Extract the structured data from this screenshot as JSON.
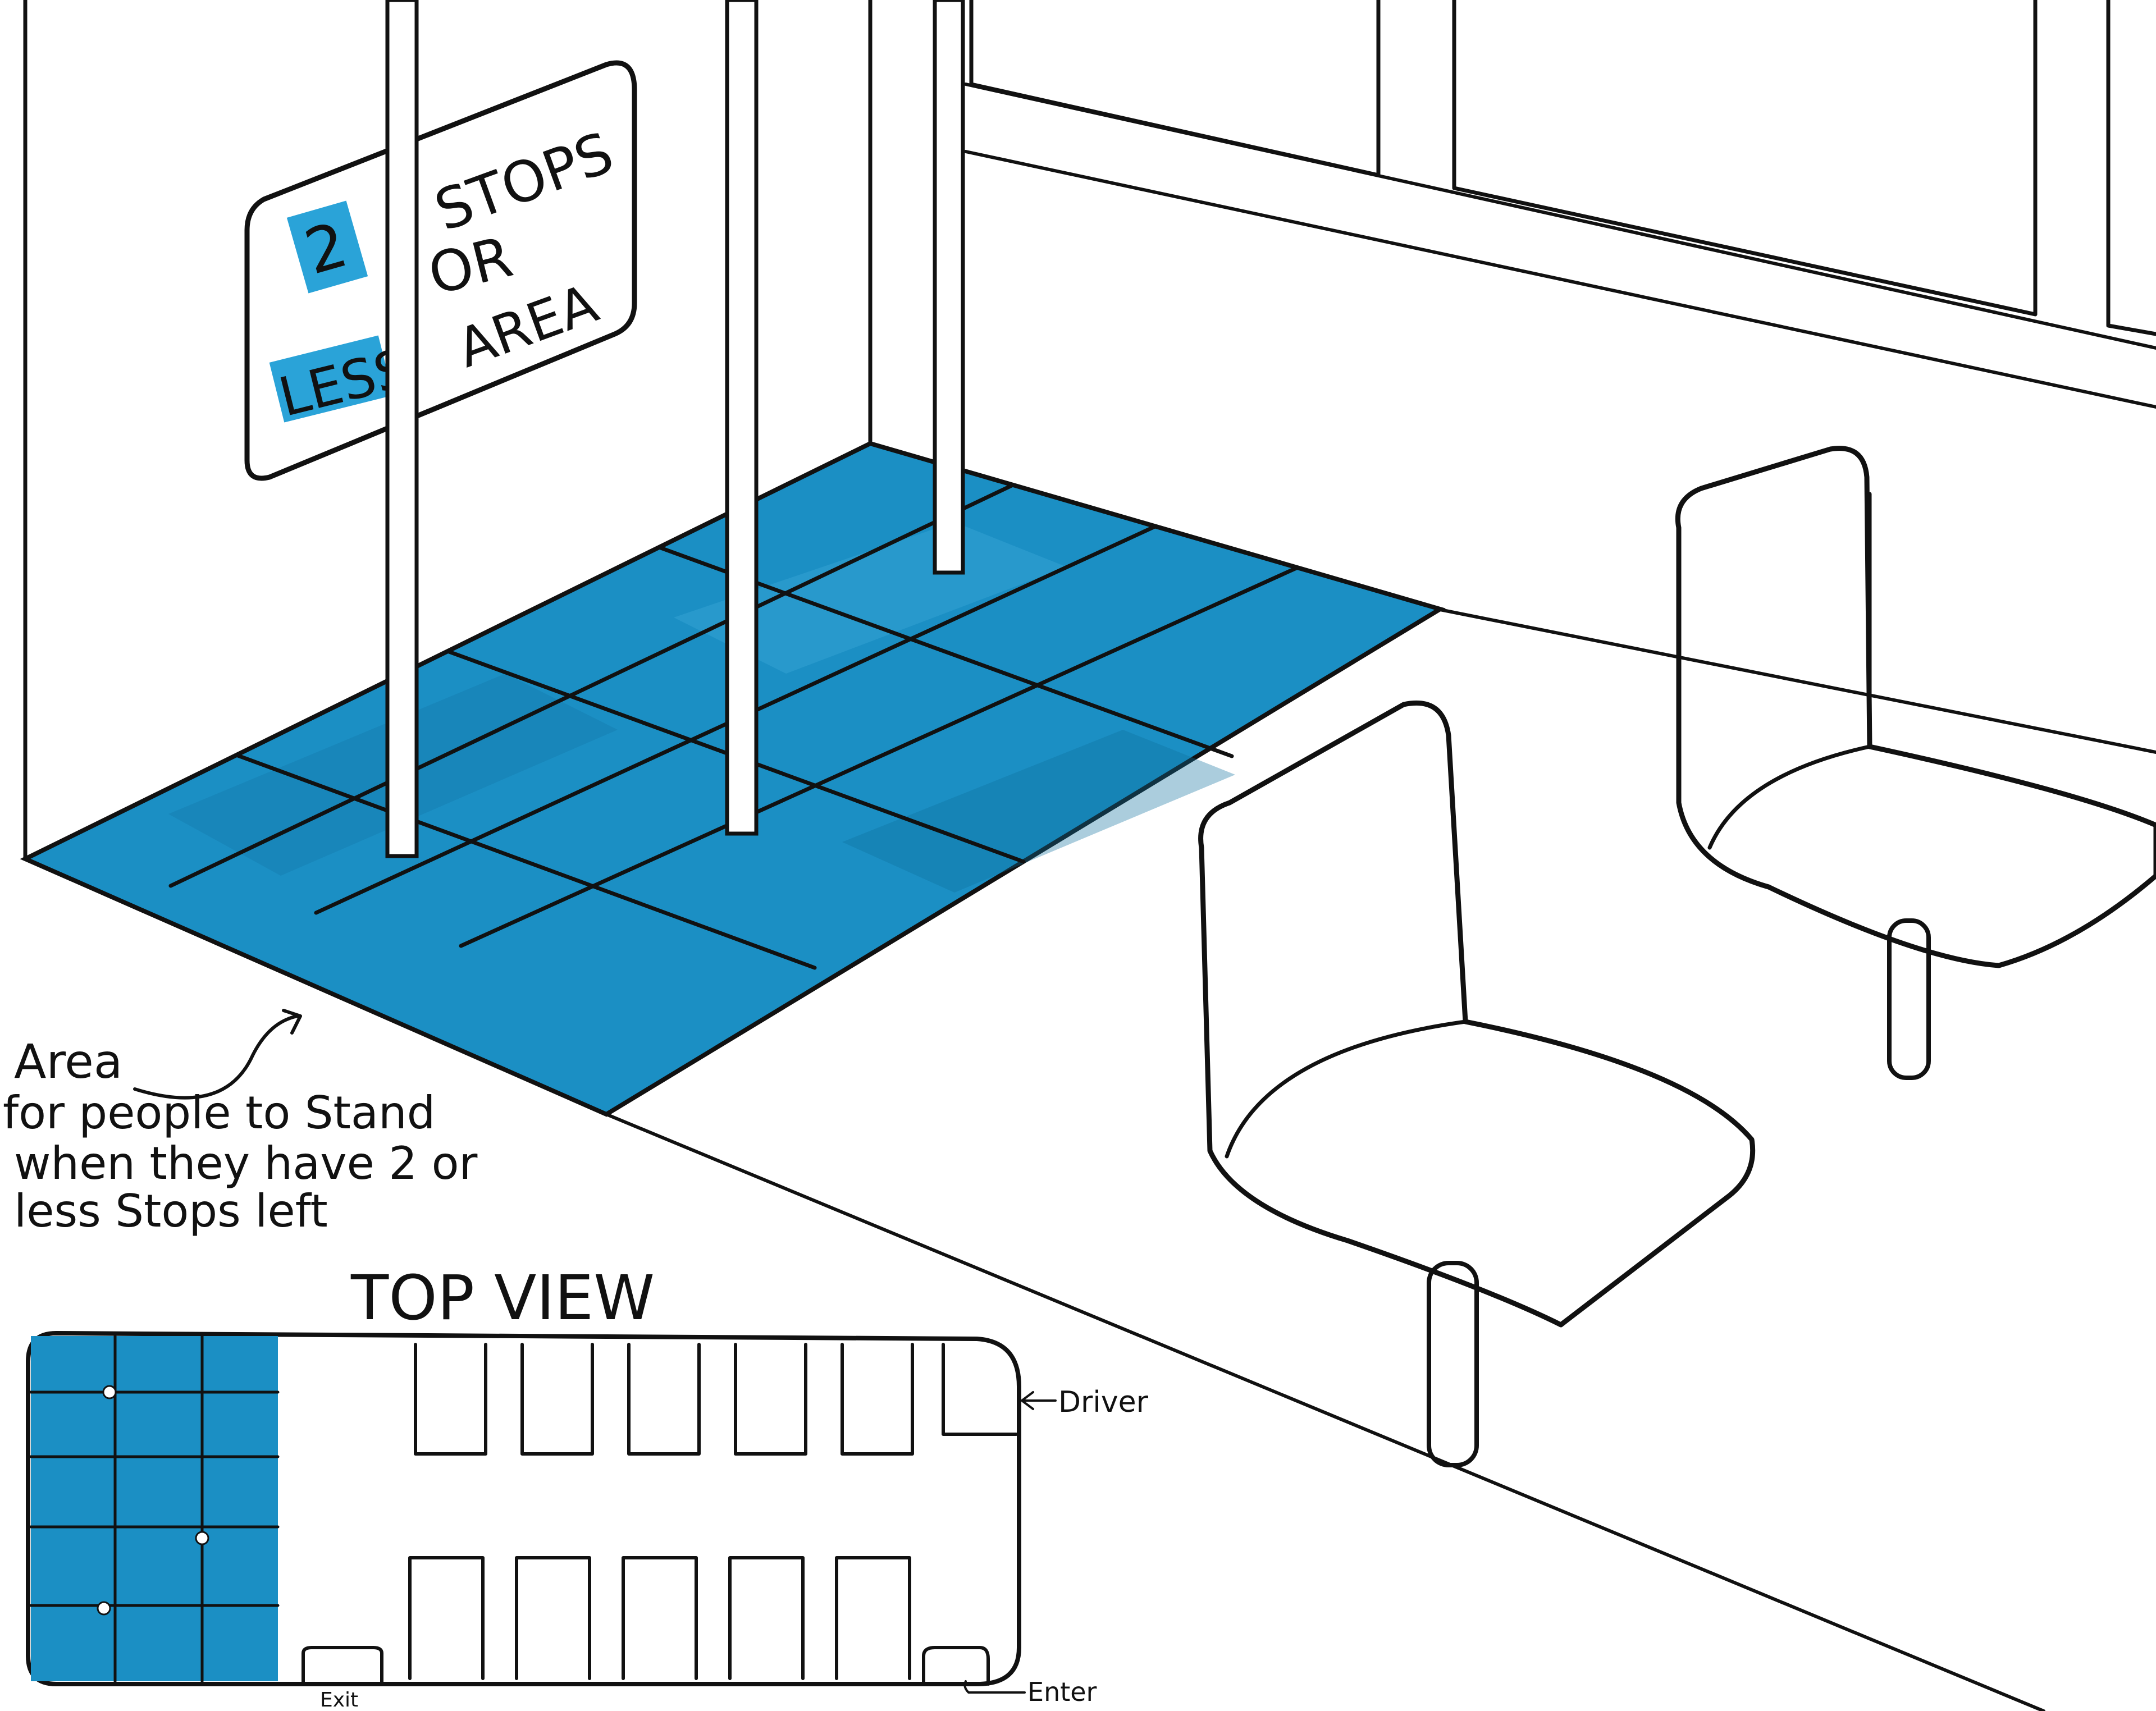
{
  "sign": {
    "number": "2",
    "line1": "STOPS",
    "line2": "OR",
    "line3": "LESS",
    "line4": "AREA"
  },
  "annotation": {
    "line1": "Area",
    "line2": "for people to Stand",
    "line3": "when they have 2 or",
    "line4": "less Stops left"
  },
  "top_view": {
    "title": "TOP VIEW",
    "driver_label": "Driver",
    "enter_label": "Enter",
    "exit_label": "Exit"
  },
  "colors": {
    "floor_blue": "#1b8fc4",
    "floor_blue_dark": "#0f6f9e",
    "highlight": "#2aa3d8",
    "ink": "#111111"
  }
}
